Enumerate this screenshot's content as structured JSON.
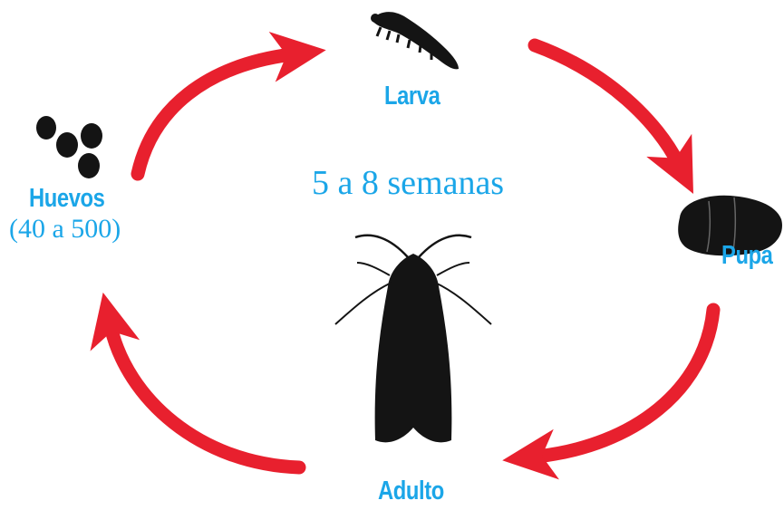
{
  "diagram": {
    "center_text": "5 a 8 semanas",
    "stages": {
      "larva": "Larva",
      "pupa": "Pupa",
      "adulto": "Adulto",
      "huevos": "Huevos",
      "huevos_count": "(40 a 500)"
    },
    "icons": [
      "caterpillar-icon",
      "pupa-icon",
      "moth-icon",
      "eggs-icon"
    ],
    "colors": {
      "arrow": "#E8202E",
      "label": "#1BA6E8",
      "silhouette": "#141414"
    }
  }
}
